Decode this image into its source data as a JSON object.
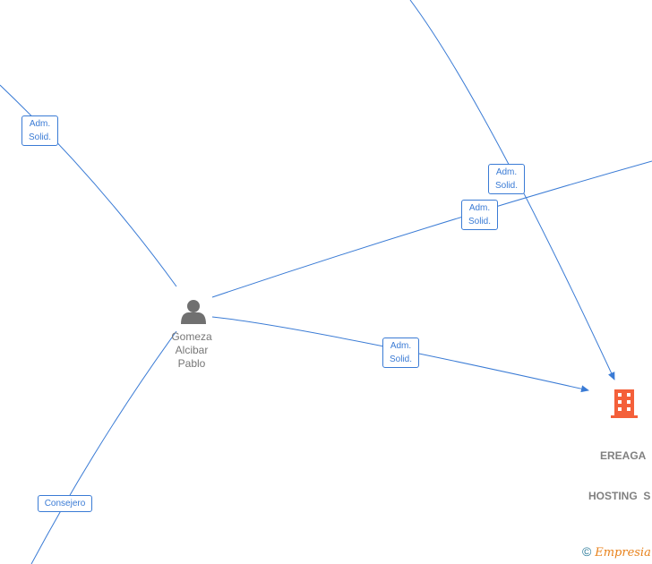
{
  "nodes": {
    "person": {
      "name_lines": [
        "Gomeza",
        "Alcibar",
        "Pablo"
      ],
      "icon": "person-icon"
    },
    "company": {
      "name_lines": [
        "EREAGA",
        "HOSTING  S"
      ],
      "icon": "building-icon",
      "color": "#f4603a"
    }
  },
  "edges": [
    {
      "label_lines": [
        "Adm.",
        "Solid."
      ]
    },
    {
      "label_lines": [
        "Adm.",
        "Solid."
      ]
    },
    {
      "label_lines": [
        "Adm.",
        "Solid."
      ]
    },
    {
      "label_lines": [
        "Adm.",
        "Solid."
      ]
    },
    {
      "label_lines": [
        "Consejero"
      ]
    }
  ],
  "colors": {
    "edge": "#3a7bd5",
    "person": "#707070"
  },
  "footer": {
    "copyright": "©",
    "brand": "Empresia"
  }
}
